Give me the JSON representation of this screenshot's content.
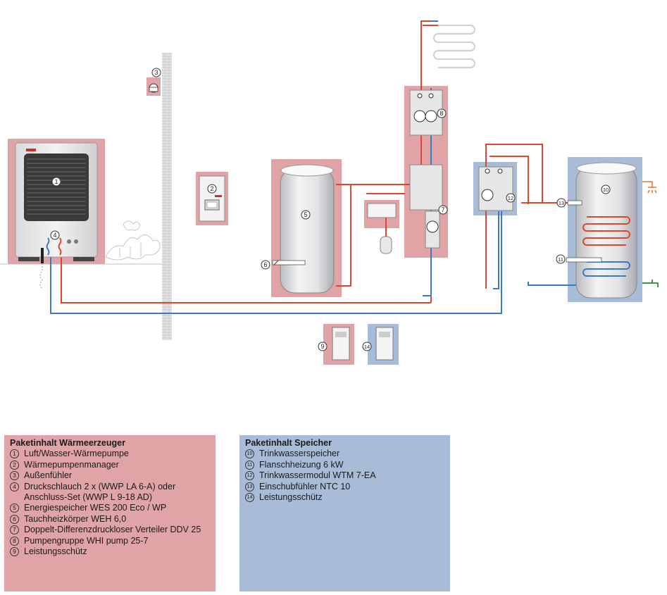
{
  "diagram": {
    "callouts": [
      {
        "id": "c1",
        "n": "1"
      },
      {
        "id": "c2",
        "n": "2"
      },
      {
        "id": "c3",
        "n": "3"
      },
      {
        "id": "c4",
        "n": "4"
      },
      {
        "id": "c5",
        "n": "5"
      },
      {
        "id": "c6",
        "n": "6"
      },
      {
        "id": "c7",
        "n": "7"
      },
      {
        "id": "c8",
        "n": "8"
      },
      {
        "id": "c9",
        "n": "9"
      },
      {
        "id": "c10",
        "n": "10"
      },
      {
        "id": "c11",
        "n": "11"
      },
      {
        "id": "c12",
        "n": "12"
      },
      {
        "id": "c13",
        "n": "13"
      },
      {
        "id": "c14",
        "n": "14"
      }
    ],
    "colors": {
      "package_red": "#e0a4a6",
      "package_blue": "#a8bcd8",
      "supply_line": "#e0462e",
      "return_line": "#3a78c8"
    }
  },
  "legend_left": {
    "title": "Paketinhalt Wärmeerzeuger",
    "items": [
      {
        "n": "1",
        "text": "Luft/Wasser-Wärmepumpe"
      },
      {
        "n": "2",
        "text": "Wärmepumpenmanager"
      },
      {
        "n": "3",
        "text": "Außenfühler"
      },
      {
        "n": "4",
        "text": "Druckschlauch 2 x (WWP LA 6-A) oder Anschluss-Set (WWP L 9-18 AD)"
      },
      {
        "n": "5",
        "text": "Energiespeicher WES 200 Eco / WP"
      },
      {
        "n": "6",
        "text": "Tauchheizkörper WEH 6,0"
      },
      {
        "n": "7",
        "text": "Doppelt-Differenzdruckloser Verteiler DDV 25"
      },
      {
        "n": "8",
        "text": "Pumpengruppe WHI pump 25-7"
      },
      {
        "n": "9",
        "text": "Leistungsschütz"
      }
    ]
  },
  "legend_right": {
    "title": "Paketinhalt Speicher",
    "items": [
      {
        "n": "10",
        "text": "Trinkwasserspeicher"
      },
      {
        "n": "11",
        "text": "Flanschheizung 6 kW"
      },
      {
        "n": "12",
        "text": "Trinkwassermodul WTM 7-EA"
      },
      {
        "n": "13",
        "text": "Einschubfühler NTC 10"
      },
      {
        "n": "14",
        "text": "Leistungsschütz"
      }
    ]
  }
}
